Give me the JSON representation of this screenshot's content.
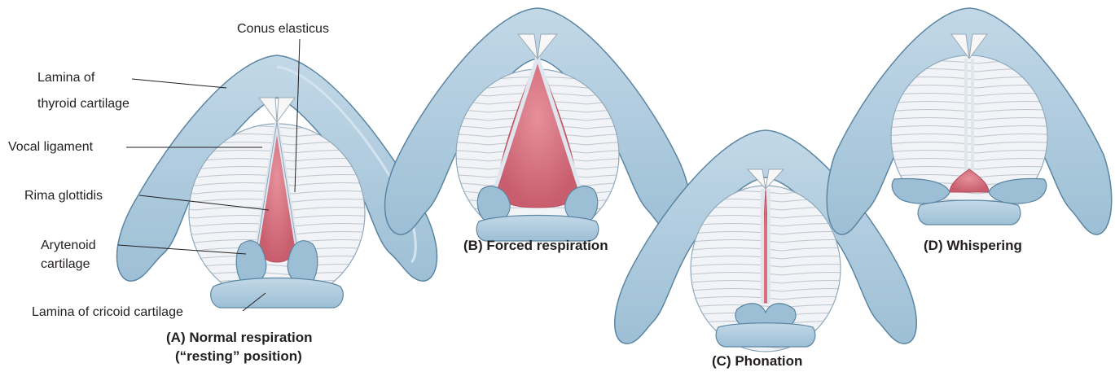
{
  "colors": {
    "cartilage": "#a9c8dc",
    "cartilage_dark": "#7aa4bf",
    "cartilage_light": "#d3e4ef",
    "outline": "#5b86a3",
    "fold": "#eef1f4",
    "fold_line": "#b9c2cc",
    "glottis": "#d96f7d",
    "glottis_dark": "#b84b5c",
    "leader": "#231f20"
  },
  "labels": {
    "conus_elasticus": "Conus elasticus",
    "lamina_thyroid_1": "Lamina of",
    "lamina_thyroid_2": "thyroid cartilage",
    "vocal_ligament": "Vocal ligament",
    "rima_glottidis": "Rima glottidis",
    "arytenoid_1": "Arytenoid",
    "arytenoid_2": "cartilage",
    "lamina_cricoid": "Lamina of cricoid cartilage"
  },
  "panels": {
    "a_line1": "(A) Normal respiration",
    "a_line2": "(“resting” position)",
    "b": "(B) Forced respiration",
    "c": "(C) Phonation",
    "d": "(D) Whispering"
  }
}
